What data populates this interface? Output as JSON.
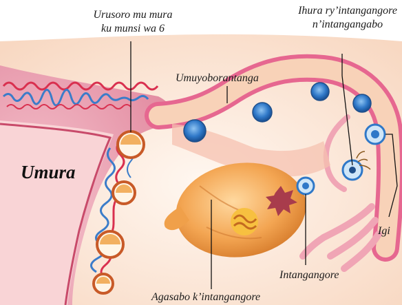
{
  "labels": {
    "implant_line1": "Urusoro mu mura",
    "implant_line2": "ku munsi wa 6",
    "fert_line1": "Ihura ry’intangangore",
    "fert_line2": "n’intangangabo",
    "tube": "Umuyoborantanga",
    "uterus": "Umura",
    "egg": "Igi",
    "ovum": "Intangangore",
    "ovary": "Agasabo k’intangangore"
  },
  "colors": {
    "background": "#fbe1cf",
    "uterus_wall": "#e8a0b0",
    "lining_blue": "#3b7cc9",
    "lining_red": "#d9304f",
    "tube_outer": "#e66790",
    "tube_inner": "#f8d2b8",
    "cell_blue": "#2f78c8",
    "ovary": "#f0a04a"
  }
}
